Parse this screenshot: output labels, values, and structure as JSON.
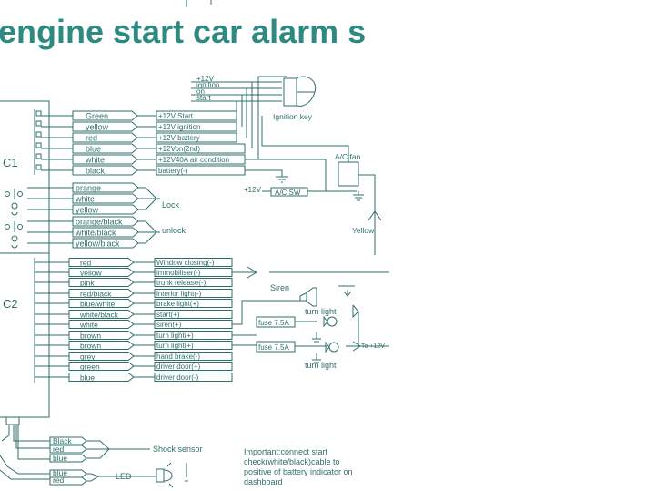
{
  "diagram": {
    "title": "engine start car alarm s",
    "colors": {
      "ink": "#2f6f6a",
      "title": "#2e8a80",
      "background": "#ffffff"
    },
    "connectors": {
      "c1": "C1",
      "c2": "C2"
    },
    "c1_wires": [
      {
        "color": "Green",
        "function": "+12V Start"
      },
      {
        "color": "yellow",
        "function": "+12V ignition"
      },
      {
        "color": "red",
        "function": "+12V battery"
      },
      {
        "color": "blue",
        "function": "+12Von(2nd)"
      },
      {
        "color": "white",
        "function": "+12V40A air condition"
      },
      {
        "color": "black",
        "function": "battery(-)"
      }
    ],
    "ignition_switch": {
      "terminals": [
        "+12V",
        "ignition",
        "on",
        "start"
      ],
      "label": "Ignition key"
    },
    "ac": {
      "fan_label": "A/C fan",
      "supply": "+12V",
      "switch_label": "A/C SW",
      "yellow_label": "Yellow"
    },
    "lock_wires": {
      "colors": [
        "orange",
        "white",
        "yellow"
      ],
      "label": "Lock"
    },
    "unlock_wires": {
      "colors": [
        "orange/black",
        "white/black",
        "yellow/black"
      ],
      "label": "unlock"
    },
    "c2_wires": [
      {
        "color": "red",
        "function": "Window closing(-)"
      },
      {
        "color": "yellow",
        "function": "immobiliser(-)"
      },
      {
        "color": "pink",
        "function": "trunk release(-)"
      },
      {
        "color": "red/black",
        "function": "interior light(-)"
      },
      {
        "color": "blue/white",
        "function": "brake light(+)"
      },
      {
        "color": "white/black",
        "function": "start(+)"
      },
      {
        "color": "white",
        "function": "siren(+)"
      },
      {
        "color": "brown",
        "function": "turn light(+)"
      },
      {
        "color": "brown",
        "function": "turn light(+)"
      },
      {
        "color": "grey",
        "function": "hand brake(-)"
      },
      {
        "color": "green",
        "function": "driver door(+)"
      },
      {
        "color": "blue",
        "function": "driver door(-)"
      }
    ],
    "siren_label": "Siren",
    "turn_light_label": "turn light",
    "fuses": [
      "fuse 7.5A",
      "fuse 7.5A"
    ],
    "to_plus12": "To +12V",
    "shock_sensor": {
      "wires": [
        "Black",
        "red",
        "blue"
      ],
      "label": "Shock sensor"
    },
    "led": {
      "wires": [
        "blue",
        "red"
      ],
      "label": "LED"
    },
    "note": [
      "Important:connect start",
      "check(white/black)cable to",
      "positive of battery indicator on",
      "dashboard"
    ]
  }
}
